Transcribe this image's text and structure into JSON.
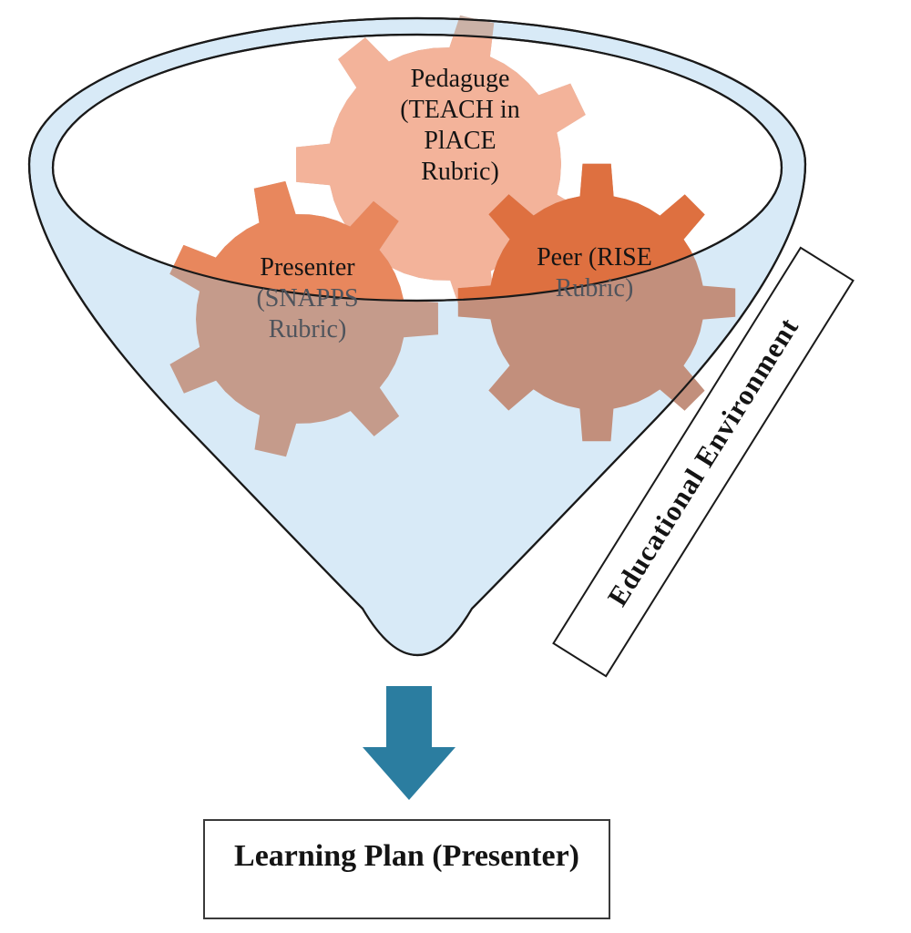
{
  "colors": {
    "funnel_fill": "#D8EAF7",
    "outline": "#1A1A1A",
    "interior": "#FFFFFF",
    "arrow": "#2B7DA0",
    "text": "#141414",
    "dim_text": "#4F545C",
    "box_border": "#3A3A3A"
  },
  "gears": [
    {
      "name": "pedagogue-gear",
      "color": "#F3B39A",
      "muted_color": "#CBB2A7",
      "lines": [
        {
          "text": "Pedaguge"
        },
        {
          "text": "(TEACH in"
        },
        {
          "text": "PlACE"
        },
        {
          "text": "Rubric)"
        }
      ]
    },
    {
      "name": "presenter-gear",
      "color": "#E8875D",
      "muted_color": "#C59B8B",
      "lines": [
        {
          "text": "Presenter"
        },
        {
          "text": "(SNAPPS"
        },
        {
          "text": "Rubric)"
        }
      ]
    },
    {
      "name": "peer-gear",
      "color": "#DE7040",
      "muted_color": "#C28F7C",
      "lines": [
        {
          "text": "Peer (RISE"
        },
        {
          "text": "Rubric)"
        }
      ]
    }
  ],
  "environment_label": {
    "text": "Educational Environment"
  },
  "output_box": {
    "text": "Learning Plan (Presenter)"
  }
}
